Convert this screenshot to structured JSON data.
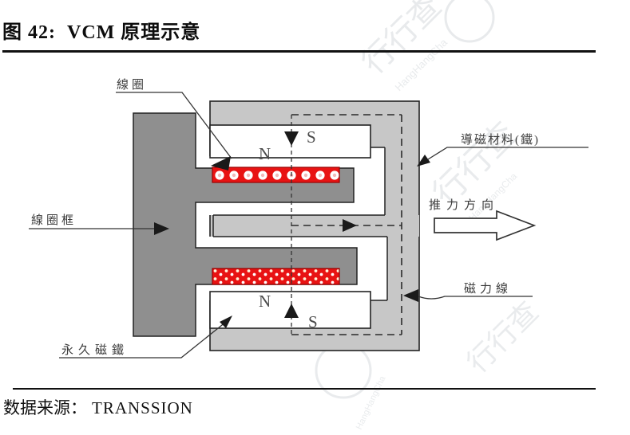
{
  "title": "图 42:  VCM 原理示意",
  "source": {
    "prefix": "数据来源：",
    "value": "TRANSSION"
  },
  "diagram": {
    "labels": {
      "coil": "線圈",
      "coil_frame": "線圈框",
      "magnetic_material": "導磁材料(鐵)",
      "thrust_direction": "推力方向",
      "magnetic_field_line": "磁力線",
      "permanent_magnet": "永久磁鐵"
    },
    "poles": {
      "top_magnet_upper": "S",
      "top_magnet_lower": "N",
      "bottom_magnet_upper": "N",
      "bottom_magnet_lower": "S"
    },
    "colors": {
      "coil_frame_fill": "#8f8f8f",
      "yoke_fill": "#c7c7c7",
      "coil_red": "#e81313",
      "coil_border": "#9a0000",
      "line": "#1a1a1a"
    }
  },
  "watermark": {
    "cn": "行行查",
    "en": "HangHangCha"
  }
}
